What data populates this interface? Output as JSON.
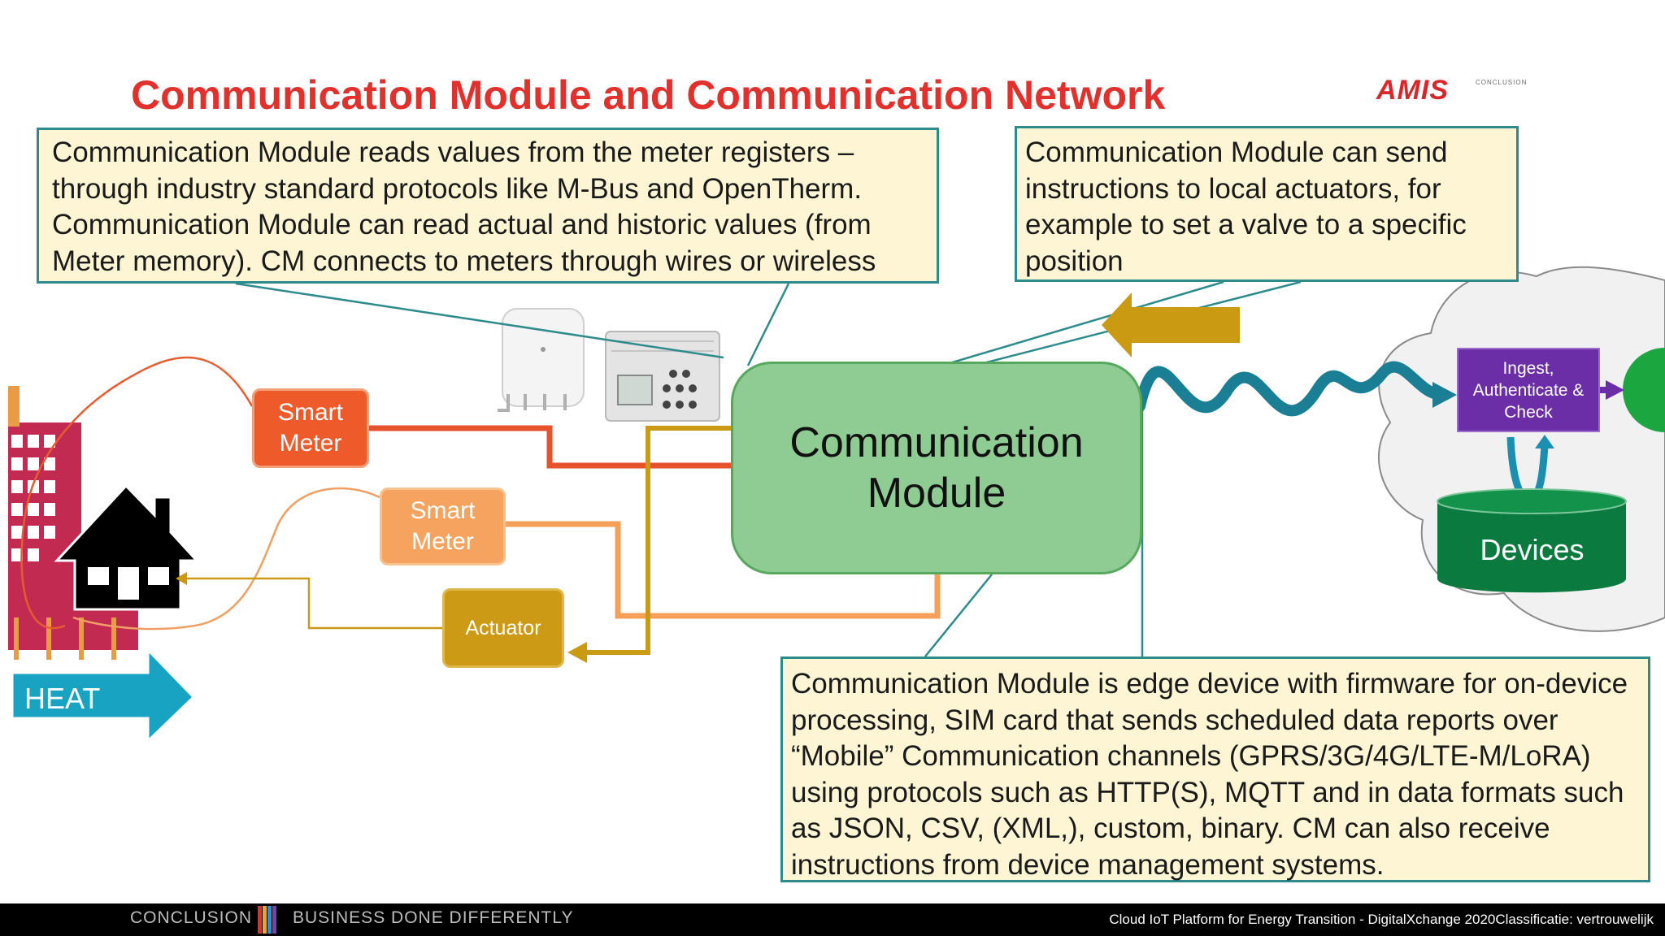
{
  "title": "Communication Module and Communication Network",
  "logo": {
    "text": "AMIS",
    "subtext": "CONCLUSION"
  },
  "callouts": {
    "top_left": "Communication Module reads values from the meter registers – through industry standard protocols like M-Bus and OpenTherm. Communication Module can read actual and historic values (from Meter memory). CM connects to meters through wires or wireless",
    "top_right": "Communication Module can send instructions to local actuators, for example to set a valve to a specific position",
    "bottom": "Communication Module is edge device with firmware for on-device processing, SIM card that sends scheduled data reports over “Mobile” Communication channels (GPRS/3G/4G/LTE-M/LoRA) using protocols such as HTTP(S), MQTT and in data formats  such as JSON, CSV, (XML,), custom, binary. CM can also receive instructions from device management systems."
  },
  "nodes": {
    "smart_meter_1": "Smart Meter",
    "smart_meter_2": "Smart Meter",
    "actuator": "Actuator",
    "communication_module": "Communication Module",
    "ingest": "Ingest, Authenticate & Check",
    "devices": "Devices",
    "heat": "HEAT"
  },
  "footer": {
    "left_1": "CONCLUSION",
    "left_2": "BUSINESS DONE DIFFERENTLY",
    "right": "Cloud IoT Platform for Energy Transition - DigitalXchange 2020",
    "classification": "Classificatie: vertrouwelijk"
  },
  "colors": {
    "title": "#e2302c",
    "callout_fill": "#fdf5d3",
    "callout_border": "#2e8b8b",
    "smart_meter_1": "#ee5a2a",
    "smart_meter_2": "#f6a35f",
    "actuator": "#cc9a14",
    "communication_module": "#8fcc94",
    "ingest": "#6c2ea7",
    "devices": "#0b7a3e",
    "wireless_signal": "#1a7f95",
    "heat_arrow": "#19a3c3"
  }
}
